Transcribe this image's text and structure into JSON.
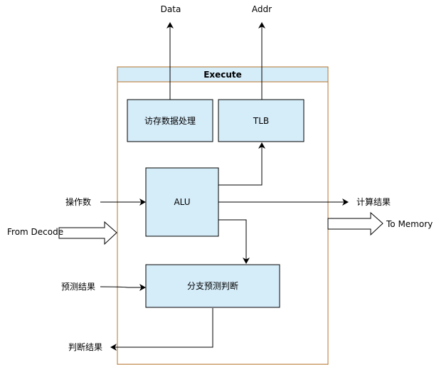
{
  "colors": {
    "frame_border": "#b5732b",
    "frame_fill": "#ffffff",
    "block_fill": "#d5ecf9",
    "block_border": "#000000",
    "line": "#000000"
  },
  "execute": {
    "title": "Execute"
  },
  "blocks": {
    "mem_data": "访存数据处理",
    "tlb": "TLB",
    "alu": "ALU",
    "branch": "分支预测判断"
  },
  "outputs": {
    "data": "Data",
    "addr": "Addr",
    "calc_result": "计算结果",
    "to_memory": "To Memory",
    "judge_result": "判断结果"
  },
  "inputs": {
    "operands": "操作数",
    "from_decode": "From Decode",
    "predict_result": "预测结果"
  }
}
